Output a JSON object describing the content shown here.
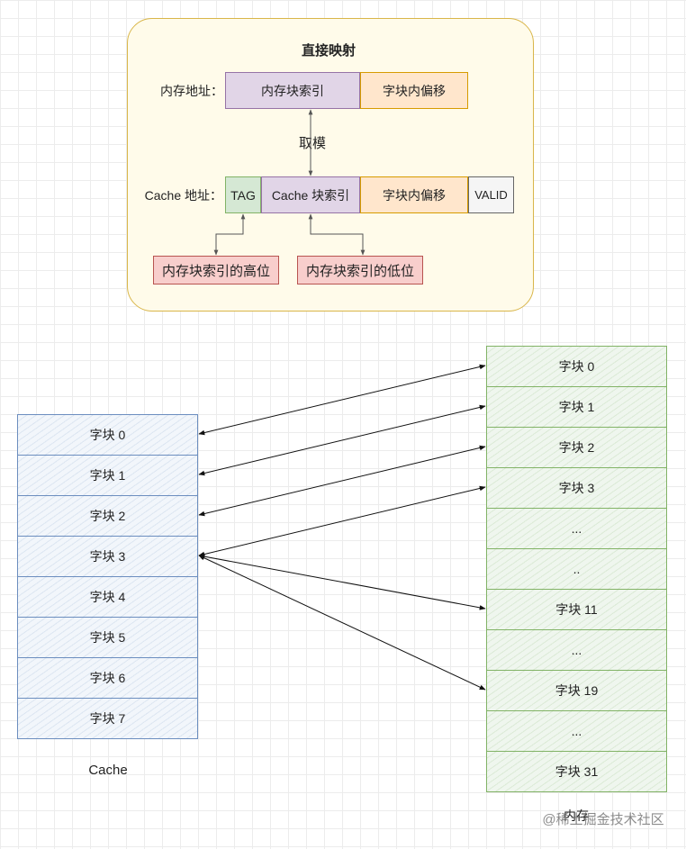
{
  "top": {
    "title": "直接映射",
    "memory_address_label": "内存地址：",
    "memory_index": "内存块索引",
    "memory_offset": "字块内偏移",
    "modulo": "取模",
    "cache_address_label": "Cache 地址：",
    "tag": "TAG",
    "cache_index": "Cache 块索引",
    "cache_offset": "字块内偏移",
    "valid": "VALID",
    "high_bits": "内存块索引的高位",
    "low_bits": "内存块索引的低位"
  },
  "cache": {
    "caption": "Cache",
    "blocks": [
      "字块 0",
      "字块 1",
      "字块 2",
      "字块 3",
      "字块 4",
      "字块 5",
      "字块 6",
      "字块 7"
    ]
  },
  "memory": {
    "caption": "内存",
    "blocks": [
      "字块 0",
      "字块 1",
      "字块 2",
      "字块 3",
      "...",
      "..",
      "字块 11",
      "...",
      "字块 19",
      "...",
      "字块 31"
    ]
  },
  "mappings": [
    {
      "cache": 0,
      "memory": 0
    },
    {
      "cache": 1,
      "memory": 1
    },
    {
      "cache": 2,
      "memory": 2
    },
    {
      "cache": 3,
      "memory": 3
    },
    {
      "cache": 3,
      "memory": 6
    },
    {
      "cache": 3,
      "memory": 8
    }
  ],
  "watermark": "@稀土掘金技术社区",
  "colors": {
    "panel_fill": "#fffbea",
    "panel_border": "#d9b64a",
    "purple": "#e1d5e7",
    "orange": "#ffe6cc",
    "green": "#d5e8d4",
    "red": "#f8cecc",
    "cache_border": "#6c8ebf",
    "memory_border": "#82b366"
  }
}
